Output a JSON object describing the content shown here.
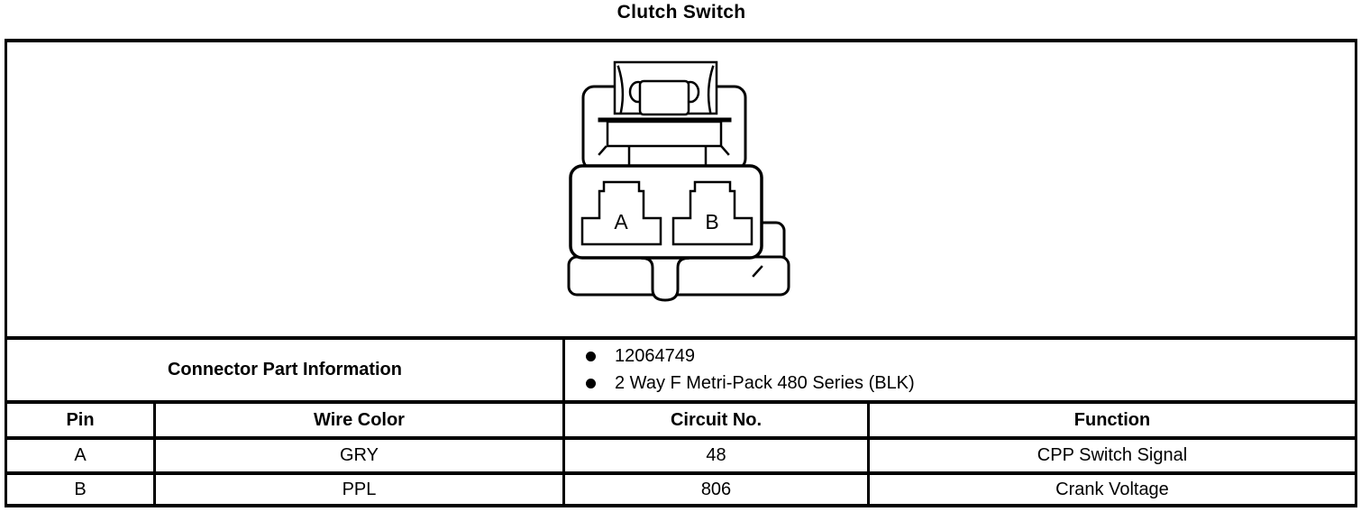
{
  "title": "Clutch Switch",
  "diagram": {
    "name": "clutch-switch-connector-face-view",
    "pin_labels": [
      "A",
      "B"
    ]
  },
  "part_info": {
    "label": "Connector Part Information",
    "items": [
      "12064749",
      "2 Way F Metri-Pack 480 Series (BLK)"
    ]
  },
  "pin_table": {
    "headers": [
      "Pin",
      "Wire Color",
      "Circuit No.",
      "Function"
    ],
    "rows": [
      {
        "pin": "A",
        "wire_color": "GRY",
        "circuit_no": "48",
        "function": "CPP Switch Signal"
      },
      {
        "pin": "B",
        "wire_color": "PPL",
        "circuit_no": "806",
        "function": "Crank Voltage"
      }
    ]
  },
  "colors": {
    "ink": "#000000",
    "paper": "#ffffff"
  }
}
